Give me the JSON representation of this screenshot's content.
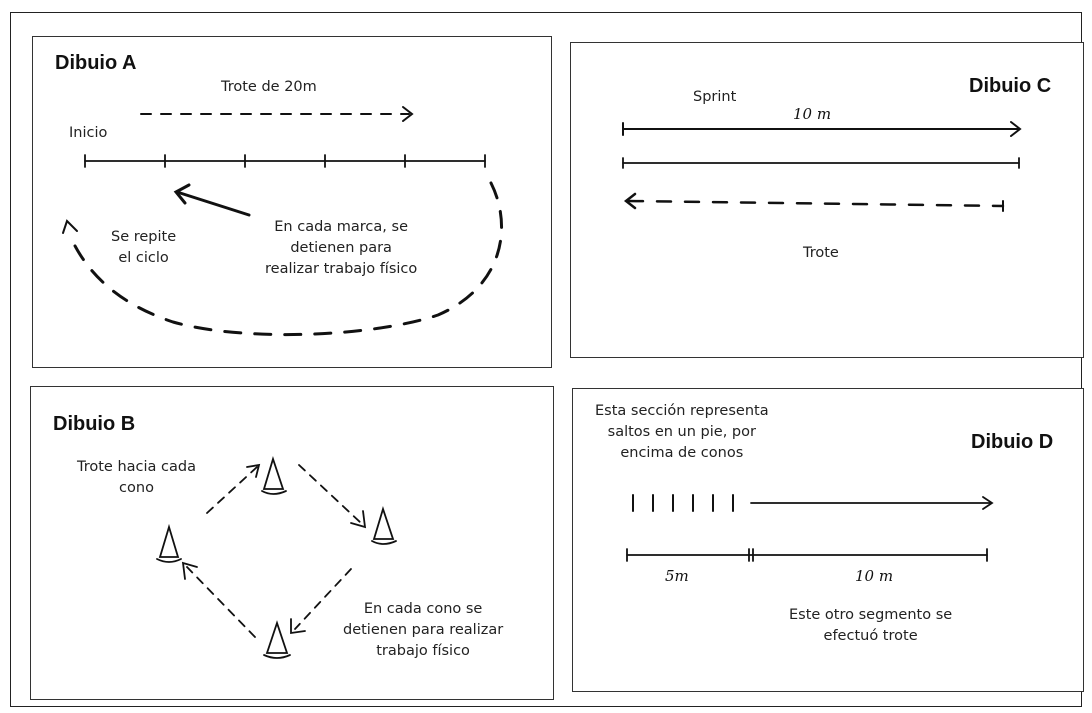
{
  "panel_a": {
    "title": "Dibuio A",
    "jog_label": "Trote de 20m",
    "start_label": "Inicio",
    "repeat_label_l1": "Se repite",
    "repeat_label_l2": "el ciclo",
    "mark_label_l1": "En cada marca, se",
    "mark_label_l2": "detienen para",
    "mark_label_l3": "realizar trabajo físico"
  },
  "panel_b": {
    "title": "Dibuio B",
    "jog_label_l1": "Trote hacia cada",
    "jog_label_l2": "cono",
    "stop_label_l1": "En cada cono se",
    "stop_label_l2": "detienen para realizar",
    "stop_label_l3": "trabajo físico"
  },
  "panel_c": {
    "title": "Dibuio C",
    "sprint_label": "Sprint",
    "distance_label": "10 m",
    "jog_label": "Trote"
  },
  "panel_d": {
    "title": "Dibuio D",
    "hops_label_l1": "Esta sección representa",
    "hops_label_l2": "saltos en un pie, por",
    "hops_label_l3": "encima de conos",
    "dist1_label": "5m",
    "dist2_label": "10 m",
    "jog_label_l1": "Este otro segmento se",
    "jog_label_l2": "efectuó trote"
  }
}
